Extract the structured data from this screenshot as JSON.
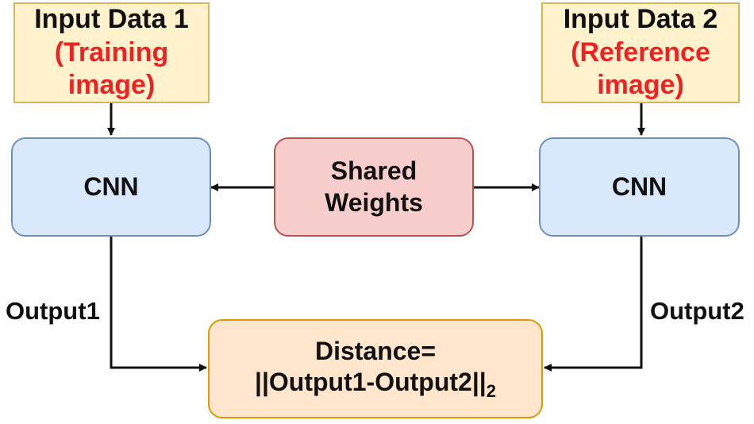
{
  "colors": {
    "input_fill": "#fff2cc",
    "input_border": "#d6b656",
    "cnn_fill": "#dae8fc",
    "cnn_border": "#6c8ebf",
    "shared_fill": "#f8cecc",
    "shared_border": "#b85450",
    "distance_fill": "#ffe6cc",
    "distance_border": "#d79b00",
    "subtitle_text": "#ee2222",
    "arrow": "#111111"
  },
  "input1": {
    "title": "Input Data 1",
    "subtitle_line1": "(Training",
    "subtitle_line2": "image)"
  },
  "input2": {
    "title": "Input Data 2",
    "subtitle_line1": "(Reference",
    "subtitle_line2": "image)"
  },
  "cnn_left": {
    "label": "CNN"
  },
  "cnn_right": {
    "label": "CNN"
  },
  "shared_weights": {
    "line1": "Shared",
    "line2": "Weights"
  },
  "distance": {
    "line1": "Distance=",
    "line2": "||Output1-Output2||",
    "subscript": "2"
  },
  "edges": {
    "output1": "Output1",
    "output2": "Output2"
  }
}
